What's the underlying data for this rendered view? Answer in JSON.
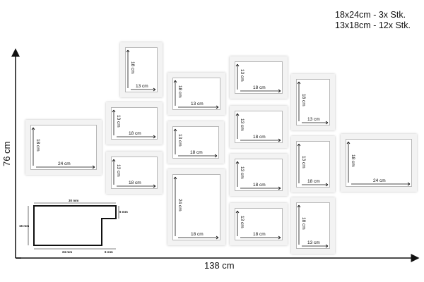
{
  "legend": {
    "line1": "18x24cm - 3x Stk.",
    "line2": "13x18cm - 12x Stk."
  },
  "dimensions": {
    "width": "138 cm",
    "height": "76 cm"
  },
  "frames": [
    {
      "id": "f1",
      "w_label": "13 cm",
      "h_label": "18 cm"
    },
    {
      "id": "f2",
      "w_label": "18 cm",
      "h_label": "13 cm"
    },
    {
      "id": "f3",
      "w_label": "18 cm",
      "h_label": "13 cm"
    },
    {
      "id": "f4",
      "w_label": "13 cm",
      "h_label": "18 cm"
    },
    {
      "id": "f5",
      "w_label": "24 cm",
      "h_label": "18 cm"
    },
    {
      "id": "f6",
      "w_label": "18 cm",
      "h_label": "13 cm"
    },
    {
      "id": "f7",
      "w_label": "18 cm",
      "h_label": "13 cm"
    },
    {
      "id": "f8",
      "w_label": "18 cm",
      "h_label": "13 cm"
    },
    {
      "id": "f9",
      "w_label": "13 cm",
      "h_label": "18 cm"
    },
    {
      "id": "f10",
      "w_label": "24 cm",
      "h_label": "18 cm"
    },
    {
      "id": "f11",
      "w_label": "18 cm",
      "h_label": "13 cm"
    },
    {
      "id": "f12",
      "w_label": "18 cm",
      "h_label": "13 cm"
    },
    {
      "id": "f13",
      "w_label": "18 cm",
      "h_label": "24 cm"
    },
    {
      "id": "f14",
      "w_label": "18 cm",
      "h_label": "13 cm"
    },
    {
      "id": "f15",
      "w_label": "13 cm",
      "h_label": "18 cm"
    }
  ],
  "profile": {
    "top": "30 mm",
    "left": "16 mm",
    "right": "6 mm",
    "bottom_main": "24 mm",
    "bottom_right": "6 mm"
  },
  "colors": {
    "frame_bg": "#f3f3f3",
    "line": "#111111"
  }
}
